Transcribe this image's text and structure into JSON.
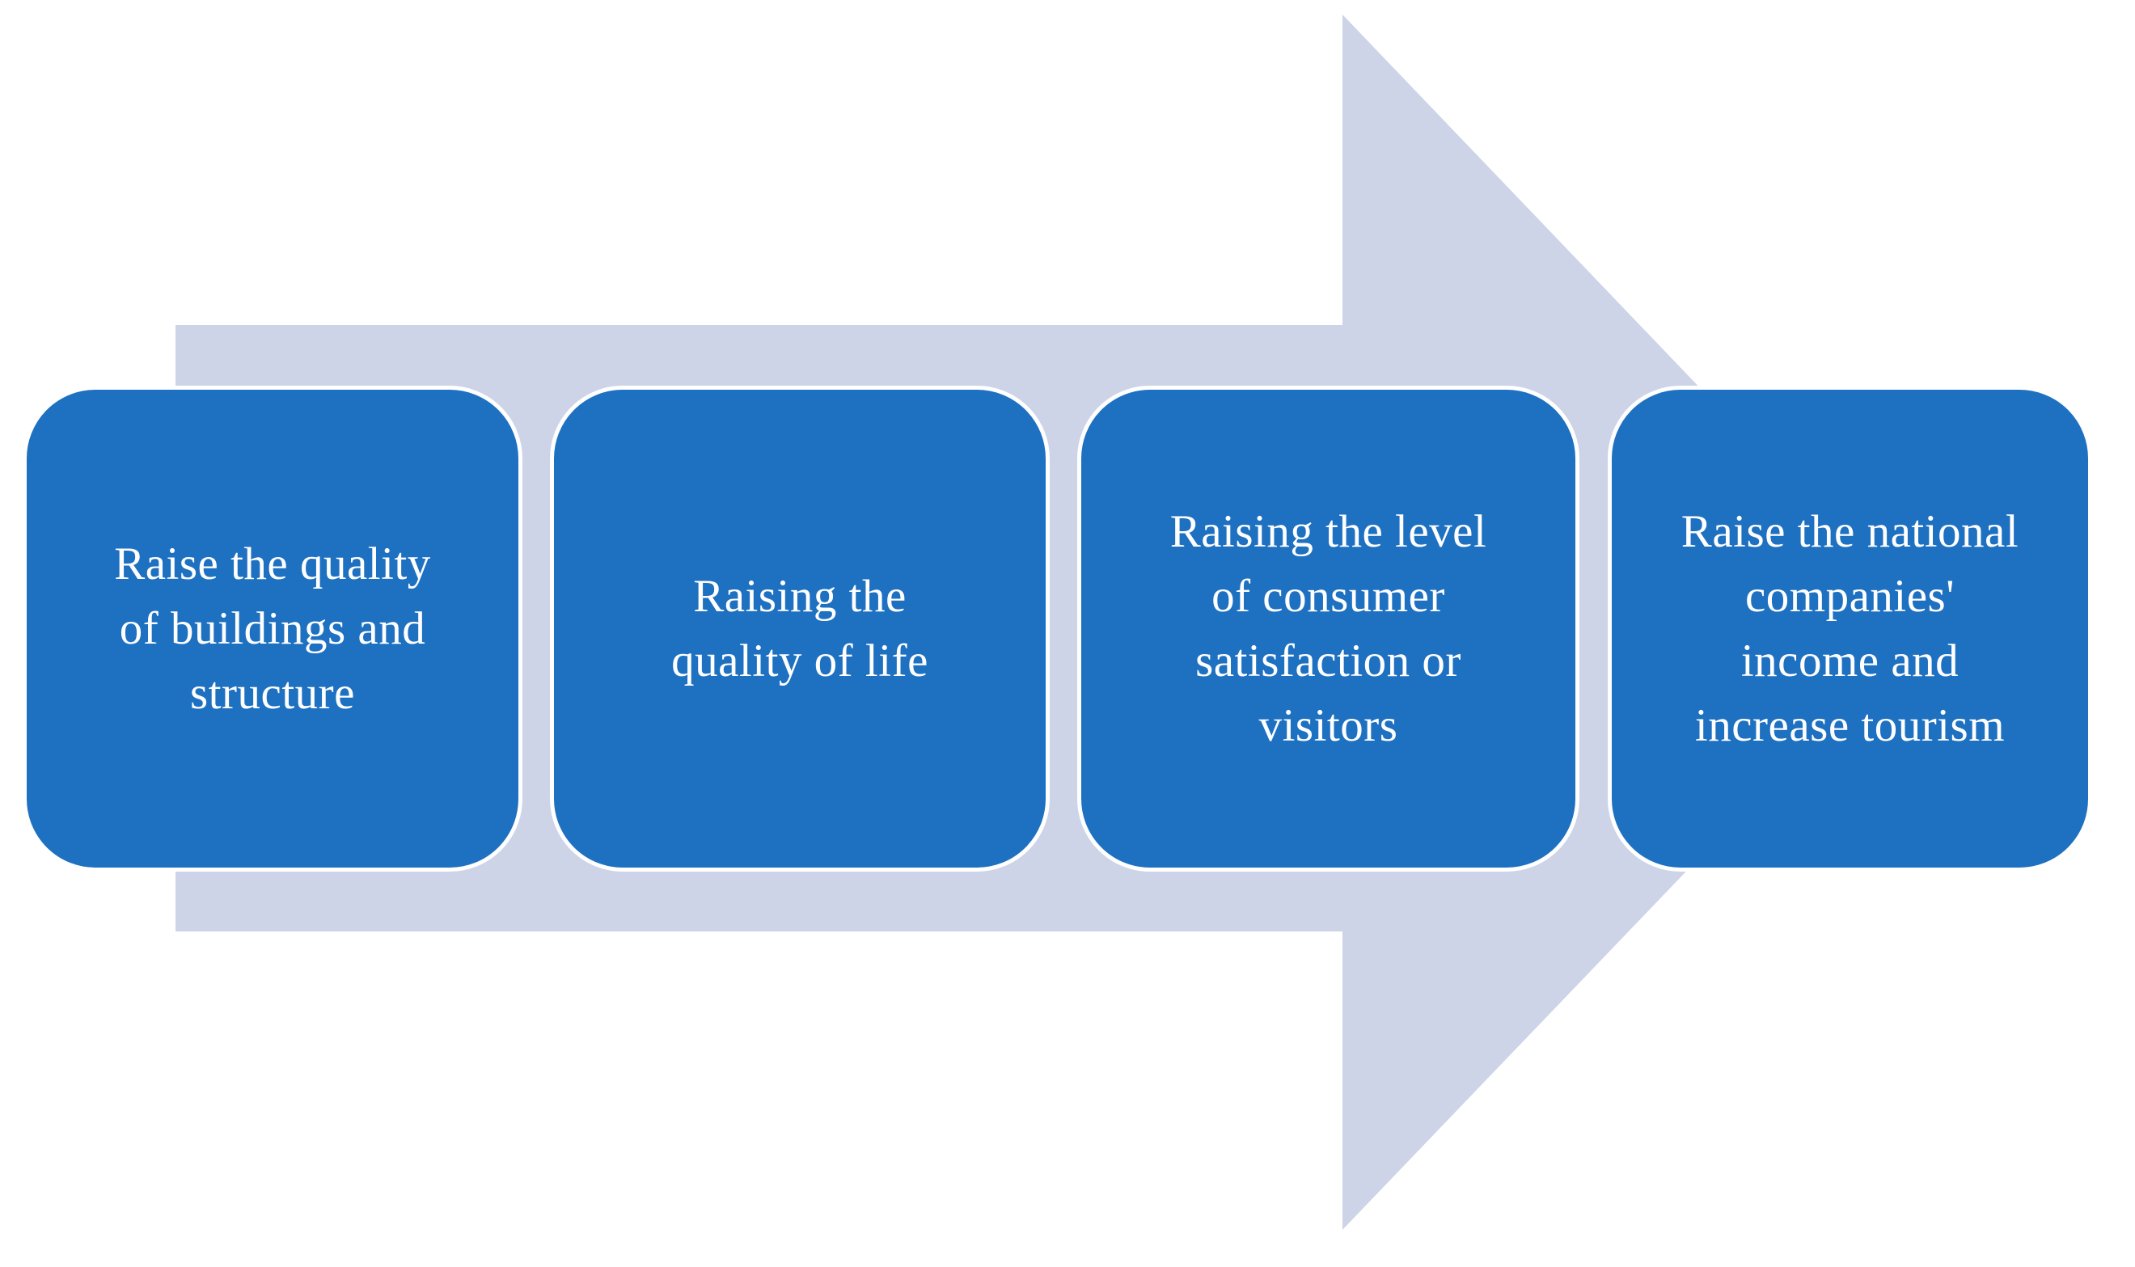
{
  "canvas": {
    "background": "#ffffff"
  },
  "diagram": {
    "type": "process-arrow",
    "direction": "right",
    "arrow_color": "#CDD4E7",
    "box_color": "#1E70C1",
    "box_border_color": "#FFFFFF",
    "text_color": "#FFFFFF",
    "stages": [
      {
        "label": "Raise the quality\nof buildings and\nstructure"
      },
      {
        "label": "Raising the\nquality of life"
      },
      {
        "label": "Raising the level\nof consumer\nsatisfaction or\nvisitors"
      },
      {
        "label": "Raise the national\ncompanies'\nincome and\nincrease tourism"
      }
    ]
  }
}
